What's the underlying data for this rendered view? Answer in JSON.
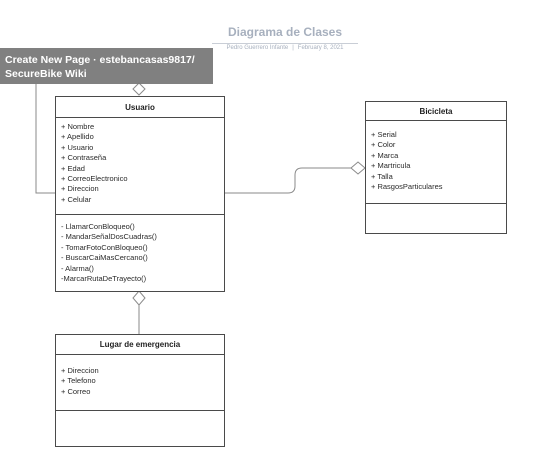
{
  "document": {
    "title": "Diagrama de Clases",
    "author": "Pedro Guerrero Infante",
    "separator": "|",
    "date": "February 8, 2021"
  },
  "tooltip": {
    "line1": "Create New Page · estebancasas9817/",
    "line2": "SecureBike Wiki"
  },
  "classes": {
    "usuario": {
      "name": "Usuario",
      "attributes": [
        "+ Nombre",
        "+ Apellido",
        "+ Usuario",
        "+ Contraseña",
        "+ Edad",
        "+ CorreoElectronico",
        "+ Direccion",
        "+ Celular"
      ],
      "methods": [
        "- LlamarConBloqueo()",
        "- MandarSeñalDosCuadras()",
        "- TomarFotoConBloqueo()",
        "- BuscarCaiMasCercano()",
        "- Alarma()",
        "-MarcarRutaDeTrayecto()"
      ]
    },
    "bicicleta": {
      "name": "Bicicleta",
      "attributes": [
        "+ Serial",
        "+ Color",
        "+ Marca",
        "+ Martricula",
        "+ Talla",
        "+ RasgosParticulares"
      ],
      "methods": []
    },
    "lugar": {
      "name": "Lugar de emergencia",
      "attributes": [
        "+ Direccion",
        "+ Telefono",
        "+ Correo"
      ],
      "methods": []
    }
  },
  "colors": {
    "line": "#4a4a4a",
    "connector": "#8a8a8a",
    "title": "#a7b0be",
    "tooltip_bg": "#767676"
  }
}
